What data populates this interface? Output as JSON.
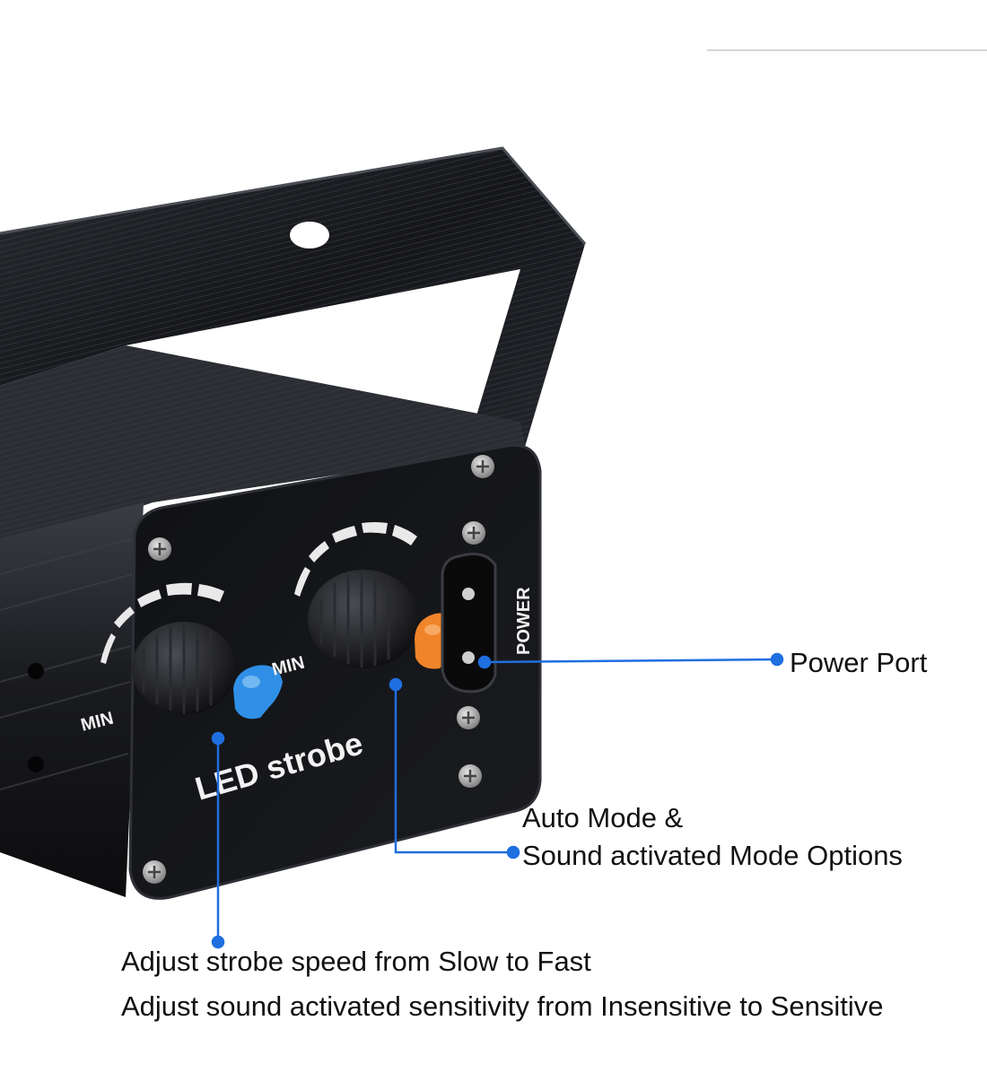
{
  "device": {
    "panel_label": "LED strobe",
    "power_label": "POWER",
    "knob_left_min": "MIN",
    "knob_right_min": "MIN"
  },
  "callouts": {
    "power_port": "Power Port",
    "mode_line1": "Auto Mode &",
    "mode_line2": "Sound activated Mode Options",
    "adjust_line1": "Adjust strobe speed from Slow to Fast",
    "adjust_line2": "Adjust sound activated sensitivity from Insensitive to Sensitive"
  },
  "colors": {
    "leader_line": "#1f6fe0",
    "knob_left_cap": "#2f8fe6",
    "knob_right_cap": "#f0842a",
    "housing": "#141518"
  }
}
